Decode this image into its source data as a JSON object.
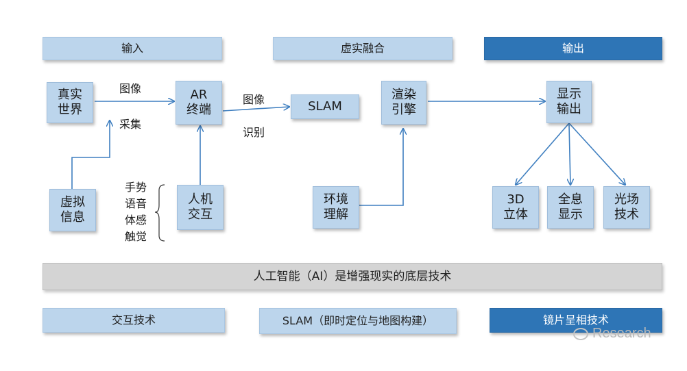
{
  "headers": {
    "input": "输入",
    "fusion": "虚实融合",
    "output": "输出"
  },
  "nodes": {
    "real_world": "真实\n世界",
    "ar_terminal": "AR\n终端",
    "slam": "SLAM",
    "render_engine": "渲染\n引擎",
    "display_output": "显示\n输出",
    "virtual_info": "虚拟\n信息",
    "hci": "人机\n交互",
    "env_understanding": "环境\n理解",
    "stereo_3d": "3D\n立体",
    "holographic": "全息\n显示",
    "light_field": "光场\n技术"
  },
  "labels": {
    "image": "图像",
    "collect": "采集",
    "image2": "图像",
    "recognize": "识别"
  },
  "interaction_modes": [
    "手势",
    "语音",
    "体感",
    "触觉"
  ],
  "ai_bar": "人工智能（AI）是增强现实的底层技术",
  "footer": {
    "interaction_tech": "交互技术",
    "slam_full": "SLAM（即时定位与地图构建）",
    "optics_tech": "镜片呈相技术"
  },
  "watermark": "Research",
  "colors": {
    "light_box": "#bcd5ec",
    "dark_box": "#2e75b6",
    "ai_bar": "#d4d4d4",
    "arrow": "#3f7fc0"
  }
}
